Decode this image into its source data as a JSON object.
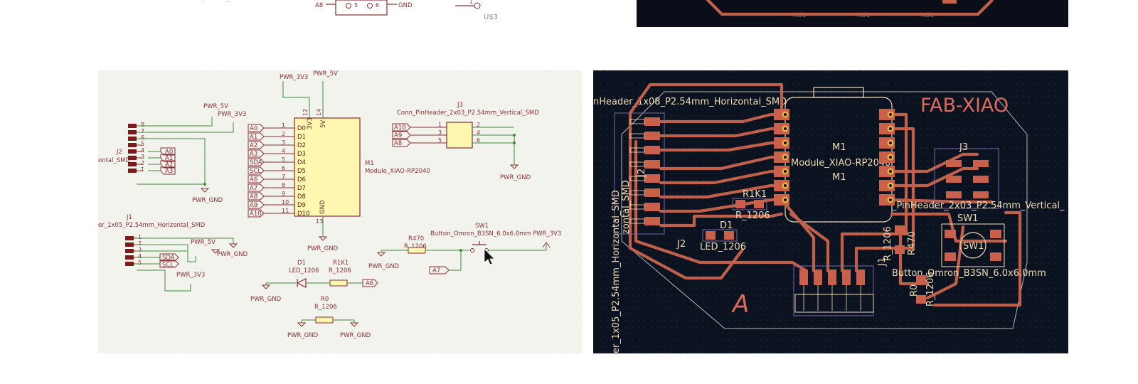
{
  "top_schematic": {
    "pin_a8": "A8",
    "pin5": "5",
    "pin6": "6",
    "gnd": "GND",
    "pin1": "1",
    "us3": "U$3"
  },
  "top_pcb": {
    "ns1": "NS1",
    "ns2": "NS1",
    "ns3": "NS1"
  },
  "schematic": {
    "pwr_3v3_top": "PWR_3V3",
    "pwr_5v_top": "PWR_5V",
    "pwr_5v_left": "PWR_5V",
    "pwr_3v3_left": "PWR_3V3",
    "pwr_gnd_left": "PWR_GND",
    "pwr_gnd_m1": "PWR_GND",
    "pwr_gnd_j3": "PWR_GND",
    "j2_ref": "J2",
    "j2_value": "ontal_SMD",
    "j1_ref": "J1",
    "j1_value": "er_1x05_P2.54mm_Horizontal_SMD",
    "j1_pwr5v": "PWR_5V",
    "j1_gnd": "PWR_GND",
    "j1_3v3": "PWR_3V3",
    "j1_sda": "SDA",
    "j1_scl": "SCL",
    "j2_labels": [
      "A0",
      "A1",
      "A2",
      "A3"
    ],
    "j2_pins": [
      "8",
      "7",
      "6",
      "5",
      "4",
      "3",
      "2",
      "1"
    ],
    "j1_pins": [
      "1",
      "2",
      "3",
      "4",
      "5"
    ],
    "m1_ref": "M1",
    "m1_value": "Module_XIAO-RP2040",
    "m1_pin_3v3": "3V3",
    "m1_pin_5v": "5V",
    "m1_pin_gnd": "GND",
    "m1_pins_top": [
      "12",
      "14"
    ],
    "m1_pin_13": "13",
    "m1_left_labels": [
      "A0",
      "A1",
      "A2",
      "A3",
      "SDA",
      "SCL",
      "A6",
      "A7",
      "A8",
      "A9",
      "A10"
    ],
    "m1_left_nums": [
      "1",
      "2",
      "3",
      "4",
      "5",
      "6",
      "7",
      "8",
      "9",
      "10",
      "11"
    ],
    "m1_pins": [
      "D0",
      "D1",
      "D2",
      "D3",
      "D4",
      "D5",
      "D6",
      "D7",
      "D8",
      "D9",
      "D10"
    ],
    "j3_ref": "J3",
    "j3_value": "Conn_PinHeader_2x03_P2.54mm_Vertical_SMD",
    "j3_labels": [
      "A10",
      "A9",
      "A8"
    ],
    "j3_left_nums": [
      "1",
      "3",
      "5"
    ],
    "j3_right_nums": [
      "2",
      "4",
      "6"
    ],
    "r470_ref": "R470",
    "r470_value": "R_1206",
    "sw1_ref": "SW1",
    "sw1_value": "Button_Omron_B3SN_6.0x6.0mm",
    "sw_pwr": "PWR_3V3",
    "r470_gnd": "PWR_GND",
    "a7_label": "A7",
    "d1_ref": "D1",
    "d1_value": "LED_1206",
    "r1k1_ref": "R1K1",
    "r1k1_value": "R_1206",
    "a6_label": "A6",
    "d1_gnd": "PWR_GND",
    "r0_ref": "R0",
    "r0_value": "R_1206",
    "r0_gnd_left": "PWR_GND",
    "r0_gnd_right": "PWR_GND"
  },
  "pcb": {
    "title": "FAB-XIAO",
    "header_label": "nHeader_1x08_P2.54mm_Horizontal_SMD",
    "m1_ref": "M1",
    "m1_value": "Module_XIAO-RP2040",
    "m1_ref2": "M1",
    "j3_ref": "J3",
    "j3_value": "_PinHeader_2x03_P2.54mm_Vertical_",
    "r1k1_ref": "R1K1",
    "r1k1_value": "R_1206",
    "d1_ref": "D1",
    "d1_value": "LED_1206",
    "j2_ref": "J2",
    "j2_vert": "J2",
    "sw1_ref": "SW1",
    "sw1_center": "SW1",
    "sw1_value": "Button_Omron_B3SN_6.0x6.0mm",
    "r1206_vert": "R_1206",
    "r470_vert": "R470",
    "r0_vert": "R0",
    "r0_value_vert": "R_1206",
    "j1_ref": "J1",
    "j1_vert": "er_1x05_P2.54mm_Horizontal_SMD",
    "j2_vert_side": "zontal_SMD",
    "logo": "A"
  },
  "colors": {
    "schematic_bg": "#f3f3ee",
    "symbol": "#8a2f33",
    "wire": "#3f8a3f",
    "part_fill": "#fff7b0",
    "pcb_bg": "#0b1220",
    "copper": "#c0604a",
    "silkscreen": "#f0dcb4"
  }
}
